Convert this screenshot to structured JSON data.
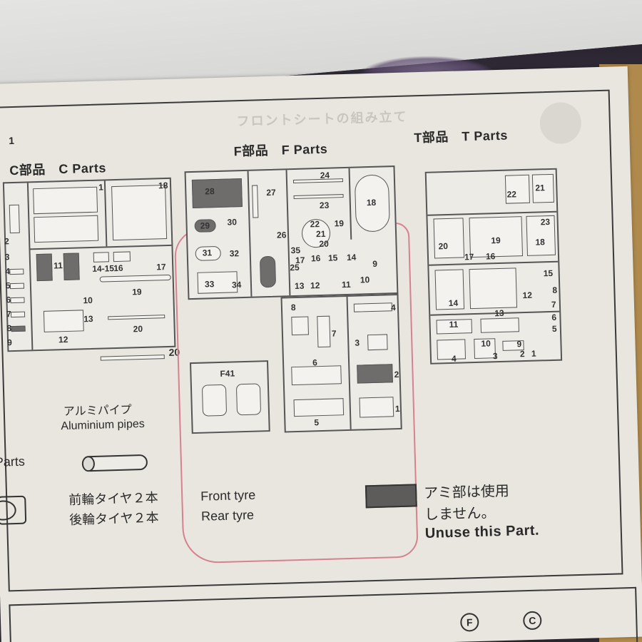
{
  "page_number": "1",
  "c_parts": {
    "title": "C部品　C Parts",
    "labels": [
      "1",
      "2",
      "3",
      "4",
      "5",
      "6",
      "7",
      "8",
      "9",
      "10",
      "11",
      "12",
      "13",
      "14-15",
      "16",
      "17",
      "18",
      "19",
      "20"
    ]
  },
  "f_parts": {
    "title": "F部品　F Parts",
    "labels": [
      "1",
      "2",
      "3",
      "4",
      "5",
      "6",
      "7",
      "8",
      "9",
      "10",
      "11",
      "12",
      "13",
      "14",
      "15",
      "16",
      "17",
      "18",
      "19",
      "20",
      "21",
      "22",
      "23",
      "24",
      "25",
      "26",
      "27",
      "28",
      "29",
      "30",
      "31",
      "32",
      "33",
      "34",
      "35"
    ],
    "sub_runner_label": "F41"
  },
  "t_parts": {
    "title": "T部品　T Parts",
    "labels": [
      "1",
      "2",
      "3",
      "4",
      "5",
      "6",
      "7",
      "8",
      "9",
      "10",
      "11",
      "12",
      "13",
      "14",
      "15",
      "16",
      "17",
      "18",
      "19",
      "20",
      "21",
      "22",
      "23"
    ]
  },
  "aluminium": {
    "jp": "アルミパイプ",
    "en": "Aluminium pipes"
  },
  "tyres": {
    "section_label": "Parts",
    "front_jp": "前輪タイヤ２本",
    "front_en": "Front tyre",
    "rear_jp": "後輪タイヤ２本",
    "rear_en": "Rear tyre"
  },
  "unuse": {
    "jp_line1": "アミ部は使用",
    "jp_line2": "しません。",
    "en": "Unuse this Part."
  },
  "ghost_heading": "フロントシートの組み立て",
  "colors": {
    "sheet": "#e9e6df",
    "ink": "#2a2a2a",
    "pink_outline": "#d5828f",
    "shaded_part": "#6f6d6b"
  }
}
